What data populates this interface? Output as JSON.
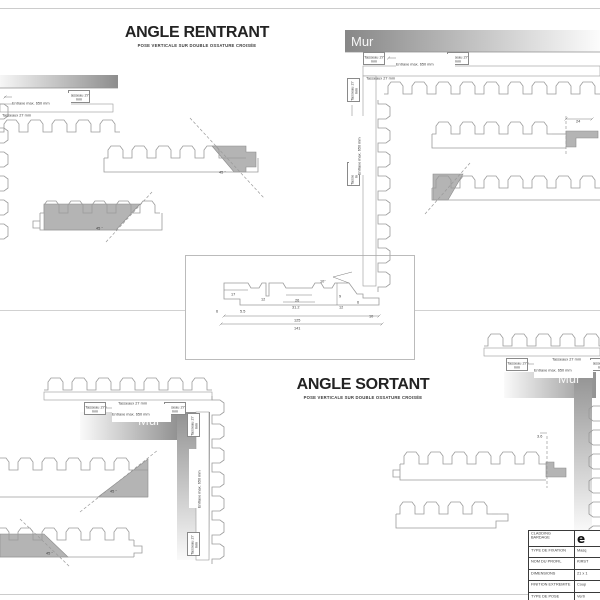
{
  "page": {
    "rentrant_title": "ANGLE RENTRANT",
    "rentrant_subtitle": "POSE VERTICALE SUR DOUBLE OSSATURE CROISÉE",
    "sortant_title": "ANGLE SORTANT",
    "sortant_subtitle": "POSE VERTICALE SUR DOUBLE OSSATURE CROISÉE"
  },
  "labels": {
    "mur": "Mur",
    "tasseau_box": "Tasseau 27 mm",
    "tasseaux_strip": "Tasseaux 27 mm",
    "entraxe_max": "Entraxe max. 650 mm",
    "angle_45": "45 °",
    "dim_24": "24",
    "dim_3_6": "3.6"
  },
  "profile_detail": {
    "dim_17": "17",
    "dim_12_slot": "12",
    "dim_26": "26",
    "dim_31_2": "31.2",
    "dim_9": "9",
    "dim_12_thickness": "12",
    "dim_6_right": "6",
    "dim_10_tongue": "10",
    "dim_6_left": "6",
    "dim_5_5": "5.5",
    "dim_125": "125",
    "dim_141": "141",
    "angle_10": "10°"
  },
  "title_block": {
    "rows": [
      {
        "label": "CLADDING BARDAGE",
        "value": "e"
      },
      {
        "label": "TYPE DE FIXATION",
        "value": "Masq"
      },
      {
        "label": "NOM DU PROFIL",
        "value": "KIRST"
      },
      {
        "label": "DIMENSIONS",
        "value": "21 x 1"
      },
      {
        "label": "FINITION EXTREMITE",
        "value": "Coup"
      },
      {
        "label": "TYPE DE POSE",
        "value": "Verti"
      }
    ]
  }
}
